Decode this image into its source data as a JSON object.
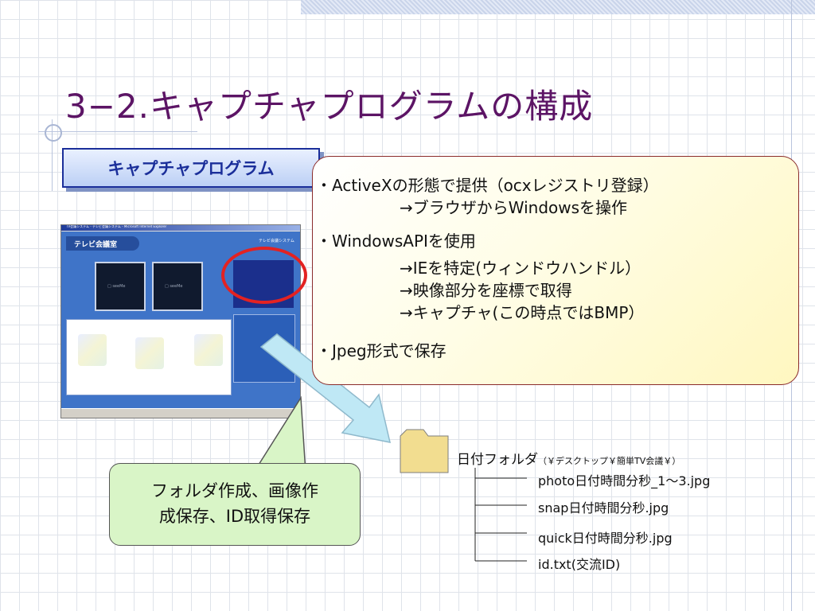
{
  "slide": {
    "title": "3−2.キャプチャプログラムの構成"
  },
  "label": {
    "text": "キャプチャプログラム"
  },
  "callout": {
    "lines": [
      "・ActiveXの形態で提供（ocxレジストリ登録）",
      "→ブラウザからWindowsを操作",
      "・WindowsAPIを使用",
      "→IEを特定(ウィンドウハンドル）",
      "→映像部分を座標で取得",
      "→キャプチャ(この時点ではBMP）",
      "・Jpeg形式で保存"
    ]
  },
  "screenshot": {
    "title_text": "TV会議システム - テレビ会議システム - Microsoft Internet Explorer",
    "app_title": "テレビ会議室",
    "system_text": "テレビ会議システム"
  },
  "folder": {
    "name": "日付フォルダ",
    "path": "（￥デスクトップ￥簡単TV会議￥）",
    "files": [
      "photo日付時間分秒_1～3.jpg",
      "snap日付時間分秒.jpg",
      "quick日付時間分秒.jpg",
      "id.txt(交流ID)"
    ]
  },
  "note": {
    "lines": [
      "フォルダ作成、画像作",
      "成保存、ID取得保存"
    ]
  },
  "colors": {
    "title": "#5c1465",
    "label_text": "#1b2f9a",
    "callout_border": "#8a2b2b",
    "highlight_ring": "#e32222",
    "note_fill": "#d9f5c7",
    "arrow_fill": "#bfe8f5",
    "folder_fill": "#f2dd90"
  }
}
